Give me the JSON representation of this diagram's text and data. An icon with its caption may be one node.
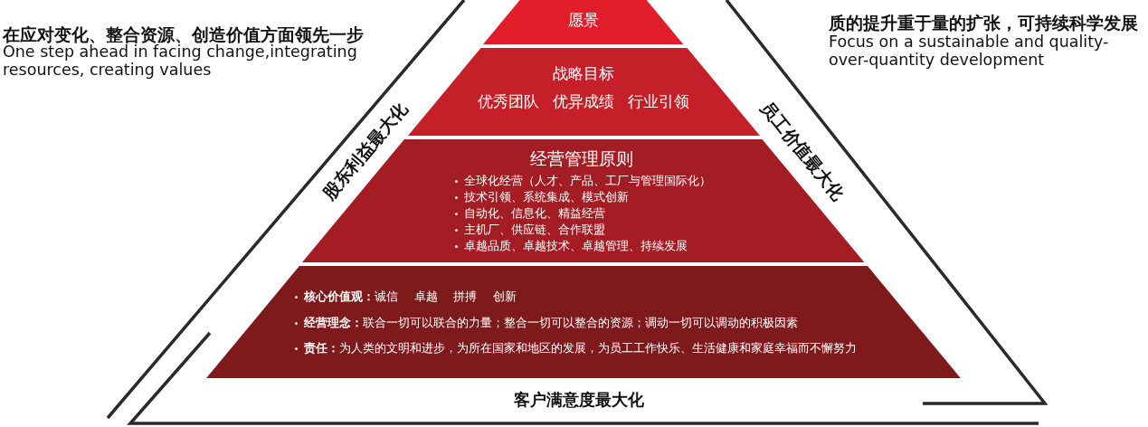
{
  "diagram": {
    "nodes": [
      {
        "text": [
          "股东利益最大化",
          "员工价值最大化",
          "客户满意度最大化"
        ]
      },
      {
        "text": [
          "愿景"
        ],
        "in": 0
      },
      {
        "text": [
          "战略目标",
          "优秀团队 优异成绩 行业引领"
        ],
        "in": 0
      },
      {
        "text": [
          "经营管理原则",
          "全球化经营（人才、产品、工厂与管理国际化）",
          "技术引领、系统集成、模式创新",
          "自动化、信息化、精益经营",
          "主机厂、供应链、合作联盟",
          "卓越品质、卓越技术、卓越管理、持续发展"
        ],
        "in": 0
      },
      {
        "text": [
          "**核心价值观：**诚信 卓越 拼搏 创新",
          "**经营理念：**联合一切可以联合的力量；整合一切可以整合的资源；调动一切可以调动的积极因素",
          "**责任：**为人类的文明和进步，为所在国家和地区的发展，为员工工作快乐、生活健康和家庭幸福而不懈努力"
        ],
        "in": 0
      }
    ],
    "labels": [
      "在应对变化、整合资源、创造价值方面领先一步",
      "One step ahead in facing change,integrating resources, creating values",
      "质的提升重于量的扩张，可持续科学发展",
      "Focus on a sustainable and quality-over-quantity development"
    ]
  }
}
